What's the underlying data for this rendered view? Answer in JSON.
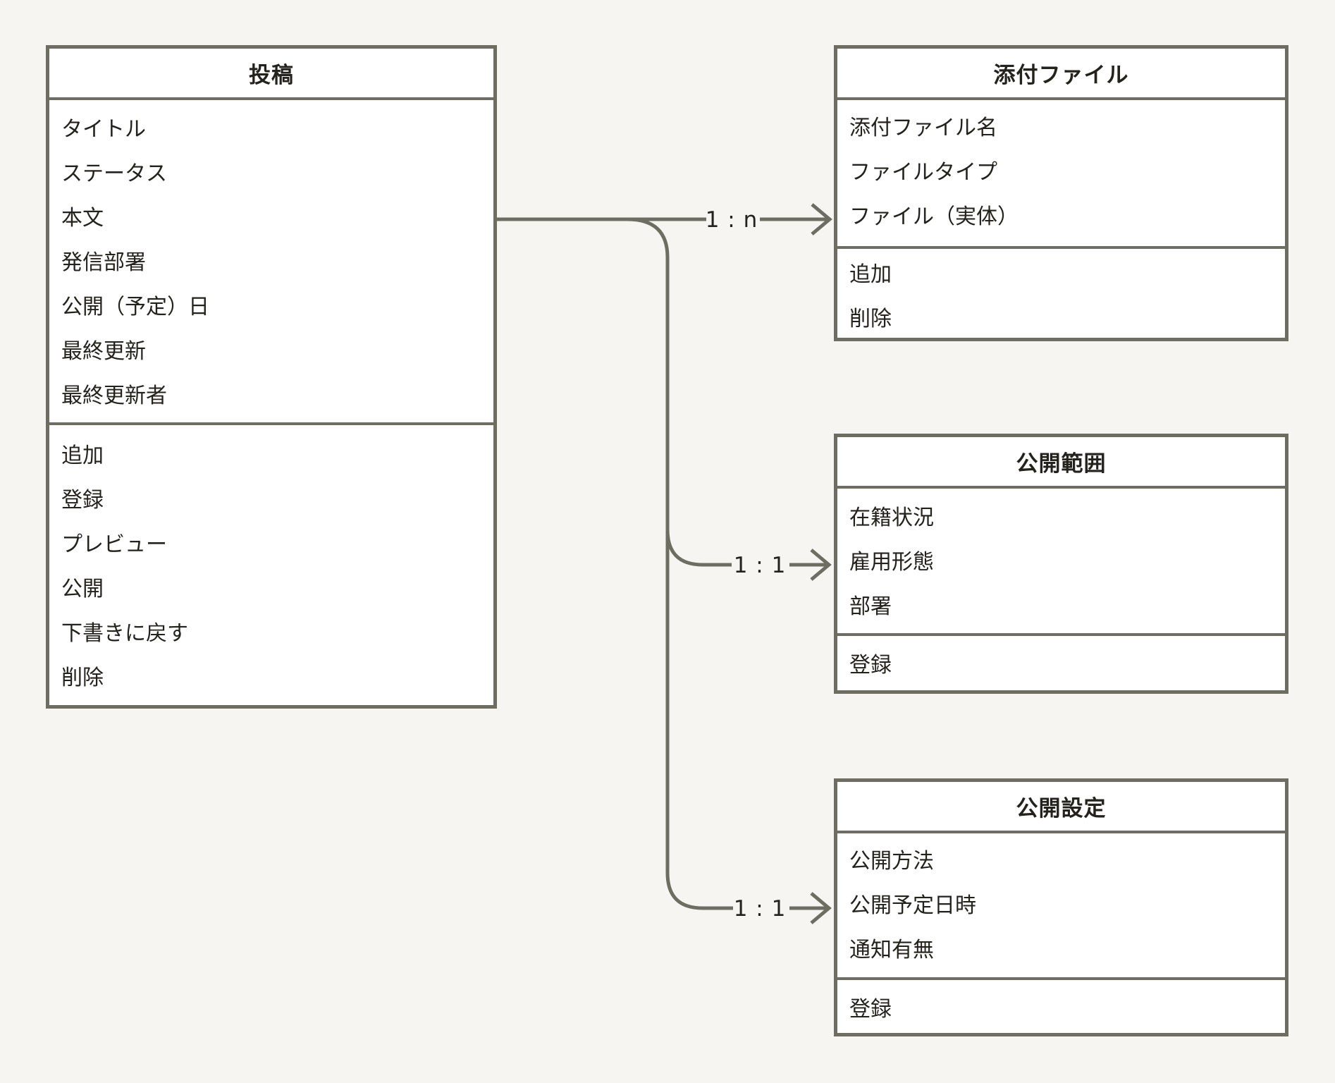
{
  "palette": {
    "background": "#f6f5f2",
    "box_fill": "#ffffff",
    "line": "#6e6d62",
    "text": "#23221d"
  },
  "entities": [
    {
      "id": "post",
      "title": "投稿",
      "fields": [
        "タイトル",
        "ステータス",
        "本文",
        "発信部署",
        "公開（予定）日",
        "最終更新",
        "最終更新者"
      ],
      "actions": [
        "追加",
        "登録",
        "プレビュー",
        "公開",
        "下書きに戻す",
        "削除"
      ]
    },
    {
      "id": "attachment",
      "title": "添付ファイル",
      "fields": [
        "添付ファイル名",
        "ファイルタイプ",
        "ファイル（実体）"
      ],
      "actions": [
        "追加",
        "削除"
      ]
    },
    {
      "id": "publish-scope",
      "title": "公開範囲",
      "fields": [
        "在籍状況",
        "雇用形態",
        "部署"
      ],
      "actions": [
        "登録"
      ]
    },
    {
      "id": "publish-settings",
      "title": "公開設定",
      "fields": [
        "公開方法",
        "公開予定日時",
        "通知有無"
      ],
      "actions": [
        "登録"
      ]
    }
  ],
  "relations": [
    {
      "from": "投稿",
      "to": "添付ファイル",
      "label": "1 : n"
    },
    {
      "from": "投稿",
      "to": "公開範囲",
      "label": "1 : 1"
    },
    {
      "from": "投稿",
      "to": "公開設定",
      "label": "1 : 1"
    }
  ]
}
